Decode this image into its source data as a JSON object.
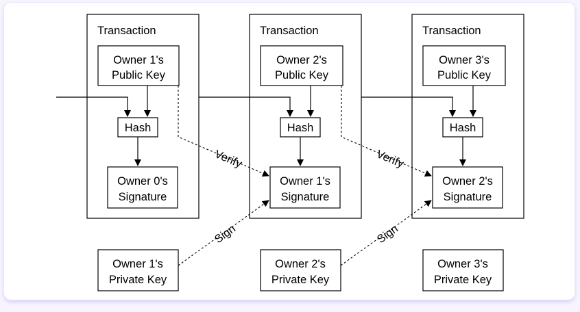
{
  "transactions": [
    {
      "title": "Transaction",
      "public_key": [
        "Owner 1's",
        "Public Key"
      ],
      "hash": "Hash",
      "signature": [
        "Owner 0's",
        "Signature"
      ]
    },
    {
      "title": "Transaction",
      "public_key": [
        "Owner 2's",
        "Public Key"
      ],
      "hash": "Hash",
      "signature": [
        "Owner 1's",
        "Signature"
      ]
    },
    {
      "title": "Transaction",
      "public_key": [
        "Owner 3's",
        "Public Key"
      ],
      "hash": "Hash",
      "signature": [
        "Owner 2's",
        "Signature"
      ]
    }
  ],
  "private_keys": [
    [
      "Owner 1's",
      "Private Key"
    ],
    [
      "Owner 2's",
      "Private Key"
    ],
    [
      "Owner 3's",
      "Private Key"
    ]
  ],
  "edge_labels": {
    "verify": "Verify",
    "sign": "Sign"
  }
}
